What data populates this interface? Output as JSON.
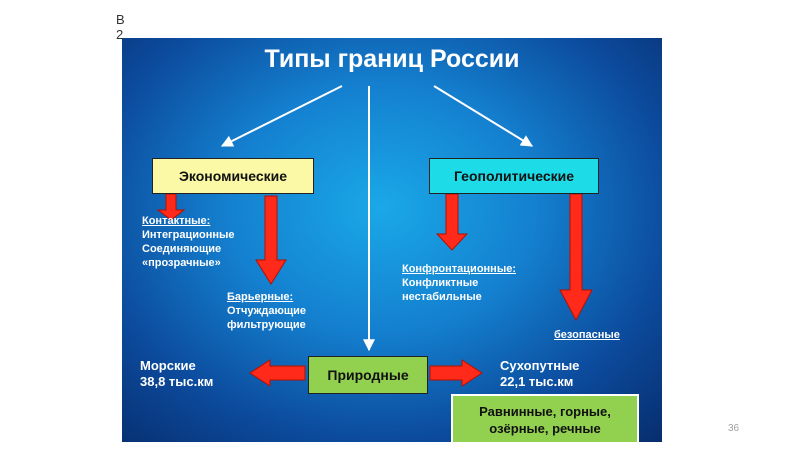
{
  "corner_label": "В2",
  "page_number": "36",
  "title": "Типы границ России",
  "economic": {
    "label": "Экономические",
    "contact_head": "Контактные:",
    "contact_items": [
      "Интеграционные",
      "Соединяющие",
      "«прозрачные»"
    ],
    "barrier_head": "Барьерные:",
    "barrier_items": [
      "Отчуждающие",
      "фильтрующие"
    ]
  },
  "geopolitical": {
    "label": "Геополитические",
    "confront_head": "Конфронтационные:",
    "confront_items": [
      "Конфликтные",
      "нестабильные"
    ],
    "safe_head": "безопасные"
  },
  "natural": {
    "label": "Природные",
    "sea_label": "Морские",
    "sea_value": "38,8 тыс.км",
    "land_label": "Сухопутные",
    "land_value": "22,1 тыс.км",
    "land_types_line1": "Равнинные, горные,",
    "land_types_line2": "озёрные, речные"
  },
  "colors": {
    "arrow_red": "#ff2a1a",
    "economic_box": "#fbf9a5",
    "geopolitical_box": "#1edbe8",
    "natural_box": "#92d050"
  }
}
